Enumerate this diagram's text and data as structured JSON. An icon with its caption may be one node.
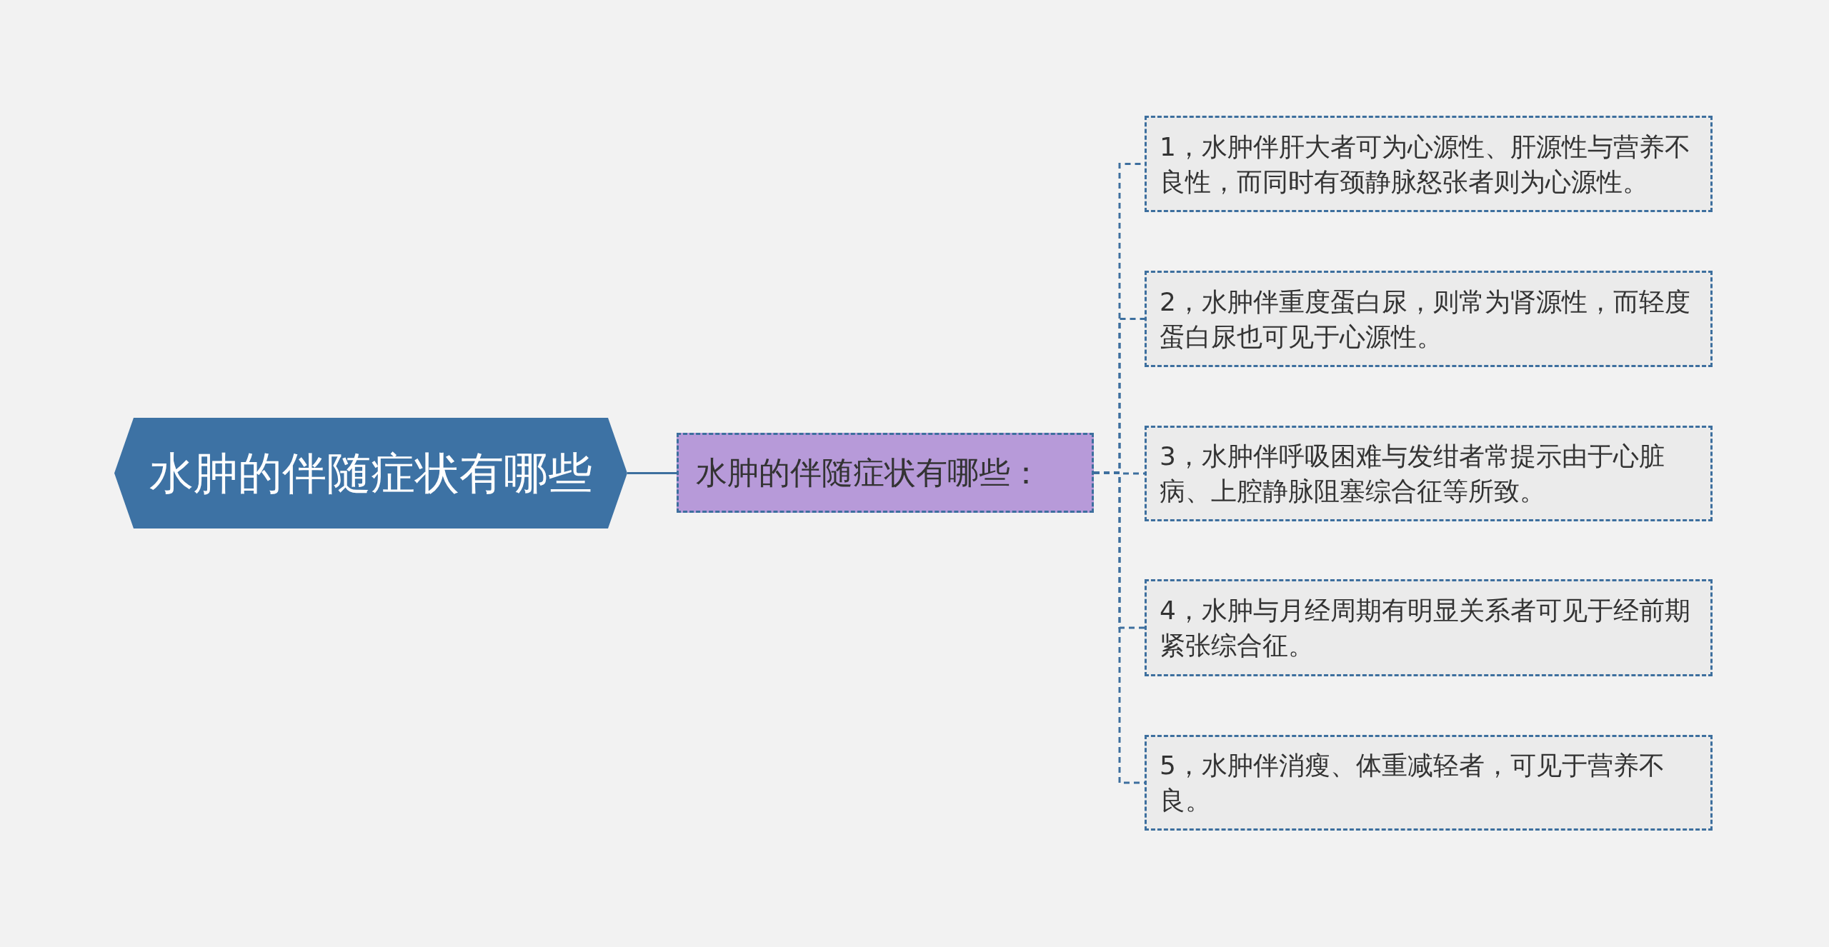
{
  "diagram": {
    "nodes": [
      {
        "text": [
          "水肿的伴随症状有哪些"
        ]
      },
      {
        "text": [
          "水肿的伴随症状有哪些："
        ]
      },
      {
        "text": [
          "1，水肿伴肝大者可为心源性、肝源性与营养不良性，而同时有颈静脉怒张者则为心源性。"
        ]
      },
      {
        "text": [
          "2，水肿伴重度蛋白尿，则常为肾源性，而轻度蛋白尿也可见于心源性。"
        ]
      },
      {
        "text": [
          "3，水肿伴呼吸困难与发绀者常提示由于心脏病、上腔静脉阻塞综合征等所致。"
        ]
      },
      {
        "text": [
          "4，水肿与月经周期有明显关系者可见于经前期紧张综合征。"
        ]
      },
      {
        "text": [
          "5，水肿伴消瘦、体重减轻者，可见于营养不良。"
        ]
      }
    ],
    "edges": [
      {
        "from": 0,
        "to": 1,
        "arrow": "none"
      },
      {
        "from": 1,
        "to": 2,
        "arrow": "none",
        "style": "dashed"
      },
      {
        "from": 1,
        "to": 3,
        "arrow": "none",
        "style": "dashed"
      },
      {
        "from": 1,
        "to": 4,
        "arrow": "none",
        "style": "dashed"
      },
      {
        "from": 1,
        "to": 5,
        "arrow": "none",
        "style": "dashed"
      },
      {
        "from": 1,
        "to": 6,
        "arrow": "none",
        "style": "dashed"
      }
    ]
  }
}
